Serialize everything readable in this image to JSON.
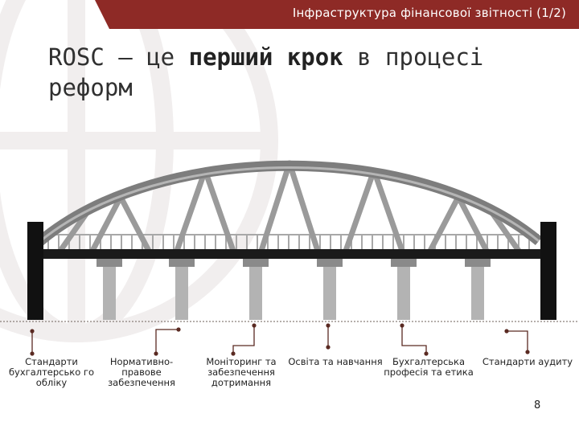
{
  "header": {
    "title": "Інфраструктура фінансової звітності (1/2)"
  },
  "slide": {
    "title_pre": "ROSC – це ",
    "title_bold": "перший крок",
    "title_post": " в процесі реформ"
  },
  "pillars": [
    {
      "label": "Стандарти бухгалтерсько го обліку"
    },
    {
      "label": "Нормативно-правове забезпечення"
    },
    {
      "label": "Моніторинг та забезпечення дотримання"
    },
    {
      "label": "Освіта та навчання"
    },
    {
      "label": "Бухгалтерська професія та етика"
    },
    {
      "label": "Стандарти аудиту"
    }
  ],
  "page": {
    "number": "8"
  },
  "colors": {
    "accent": "#8e2a26",
    "connector": "#5a2a22",
    "deck": "#1a1a1a",
    "arch": "#7d7d7d"
  }
}
